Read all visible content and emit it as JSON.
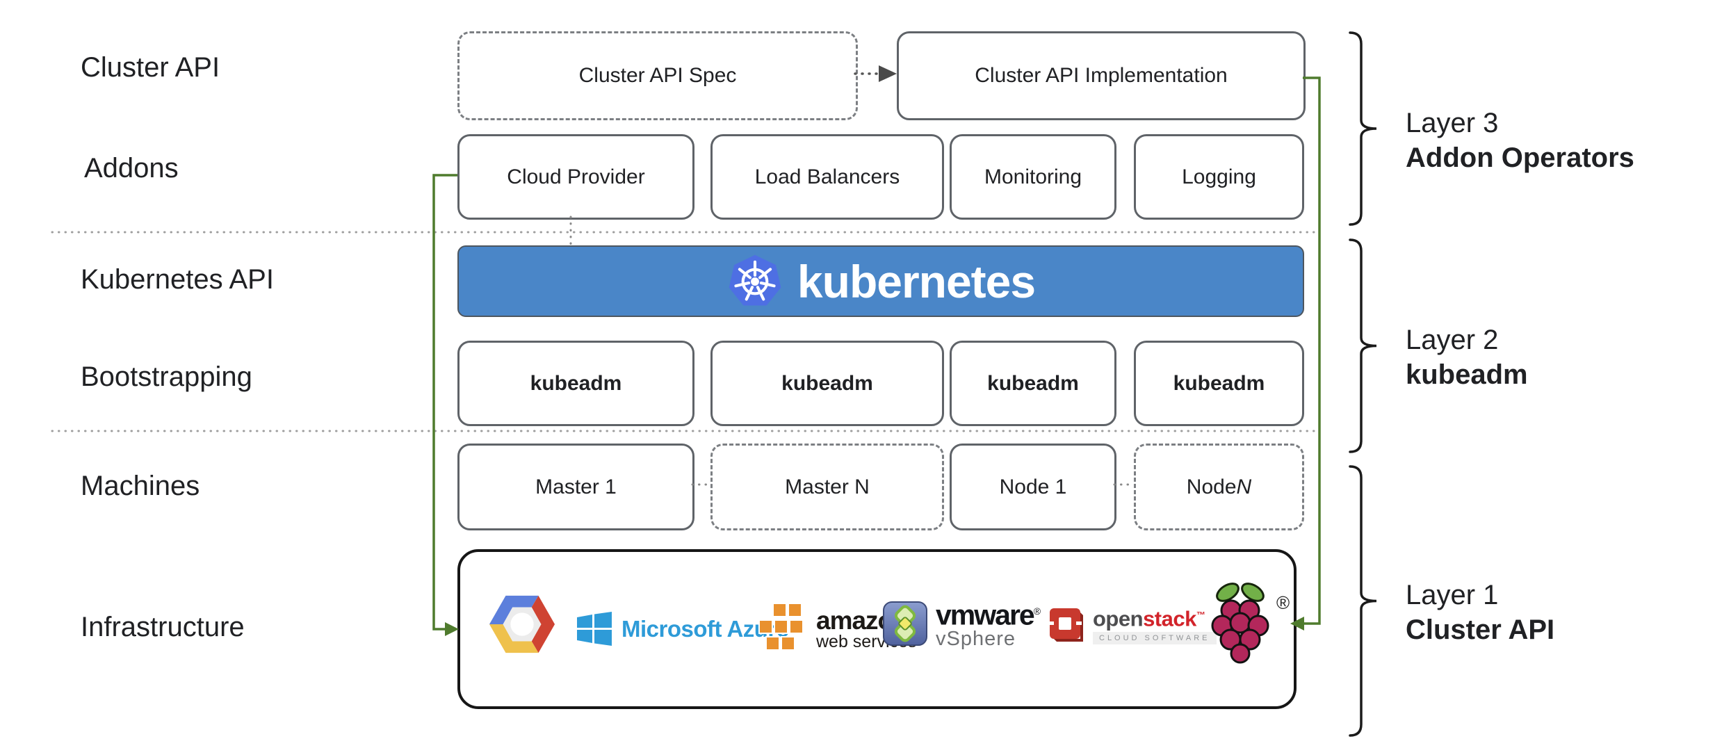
{
  "colors": {
    "banner_blue": "#4a86c8",
    "k8s_logo_blue": "#4e6fe3",
    "connector_green": "#4f7b2d",
    "azure_blue": "#2e9bd8",
    "aws_orange": "#e9912e",
    "openstack_red": "#d2232a",
    "openstack_dark": "#4d4d4f",
    "vmware_text_gray": "#6e7073",
    "raspberry_red": "#b3275b",
    "leaf_green": "#72b048",
    "gcp_blue": "#5c7fdc",
    "gcp_red": "#cf4332",
    "gcp_yellow": "#efc14c",
    "box_border_gray": "#5f6368",
    "text_dark": "#202124"
  },
  "left_labels": {
    "row1": "Cluster API",
    "row2": "Addons",
    "row3": "Kubernetes API",
    "row4": "Bootstrapping",
    "row5": "Machines",
    "row6": "Infrastructure"
  },
  "cluster_api_row": {
    "spec": "Cluster API Spec",
    "implementation": "Cluster API Implementation"
  },
  "addons_row": [
    "Cloud Provider",
    "Load Balancers",
    "Monitoring",
    "Logging"
  ],
  "banner": {
    "text": "kubernetes"
  },
  "bootstrapping_row": [
    "kubeadm",
    "kubeadm",
    "kubeadm",
    "kubeadm"
  ],
  "machines_row": [
    {
      "label": "Master 1"
    },
    {
      "label": "Master N"
    },
    {
      "label": "Node 1"
    },
    {
      "prefix": "Node ",
      "n": "N"
    }
  ],
  "infrastructure_row": {
    "azure_text": "Microsoft Azure",
    "aws_line1": "amazon",
    "aws_line2": "web services",
    "vmware_line1": "vmware",
    "vmware_reg": "®",
    "vmware_line2": "vSphere",
    "openstack_part1": "open",
    "openstack_part2": "stack",
    "openstack_tm": "™",
    "openstack_sub": "CLOUD SOFTWARE",
    "raspberry_reg": "®"
  },
  "layer_labels": [
    {
      "line1": "Layer 3",
      "line2": "Addon Operators"
    },
    {
      "line1": "Layer 2",
      "line2": "kubeadm"
    },
    {
      "line1": "Layer 1",
      "line2": "Cluster API"
    }
  ]
}
